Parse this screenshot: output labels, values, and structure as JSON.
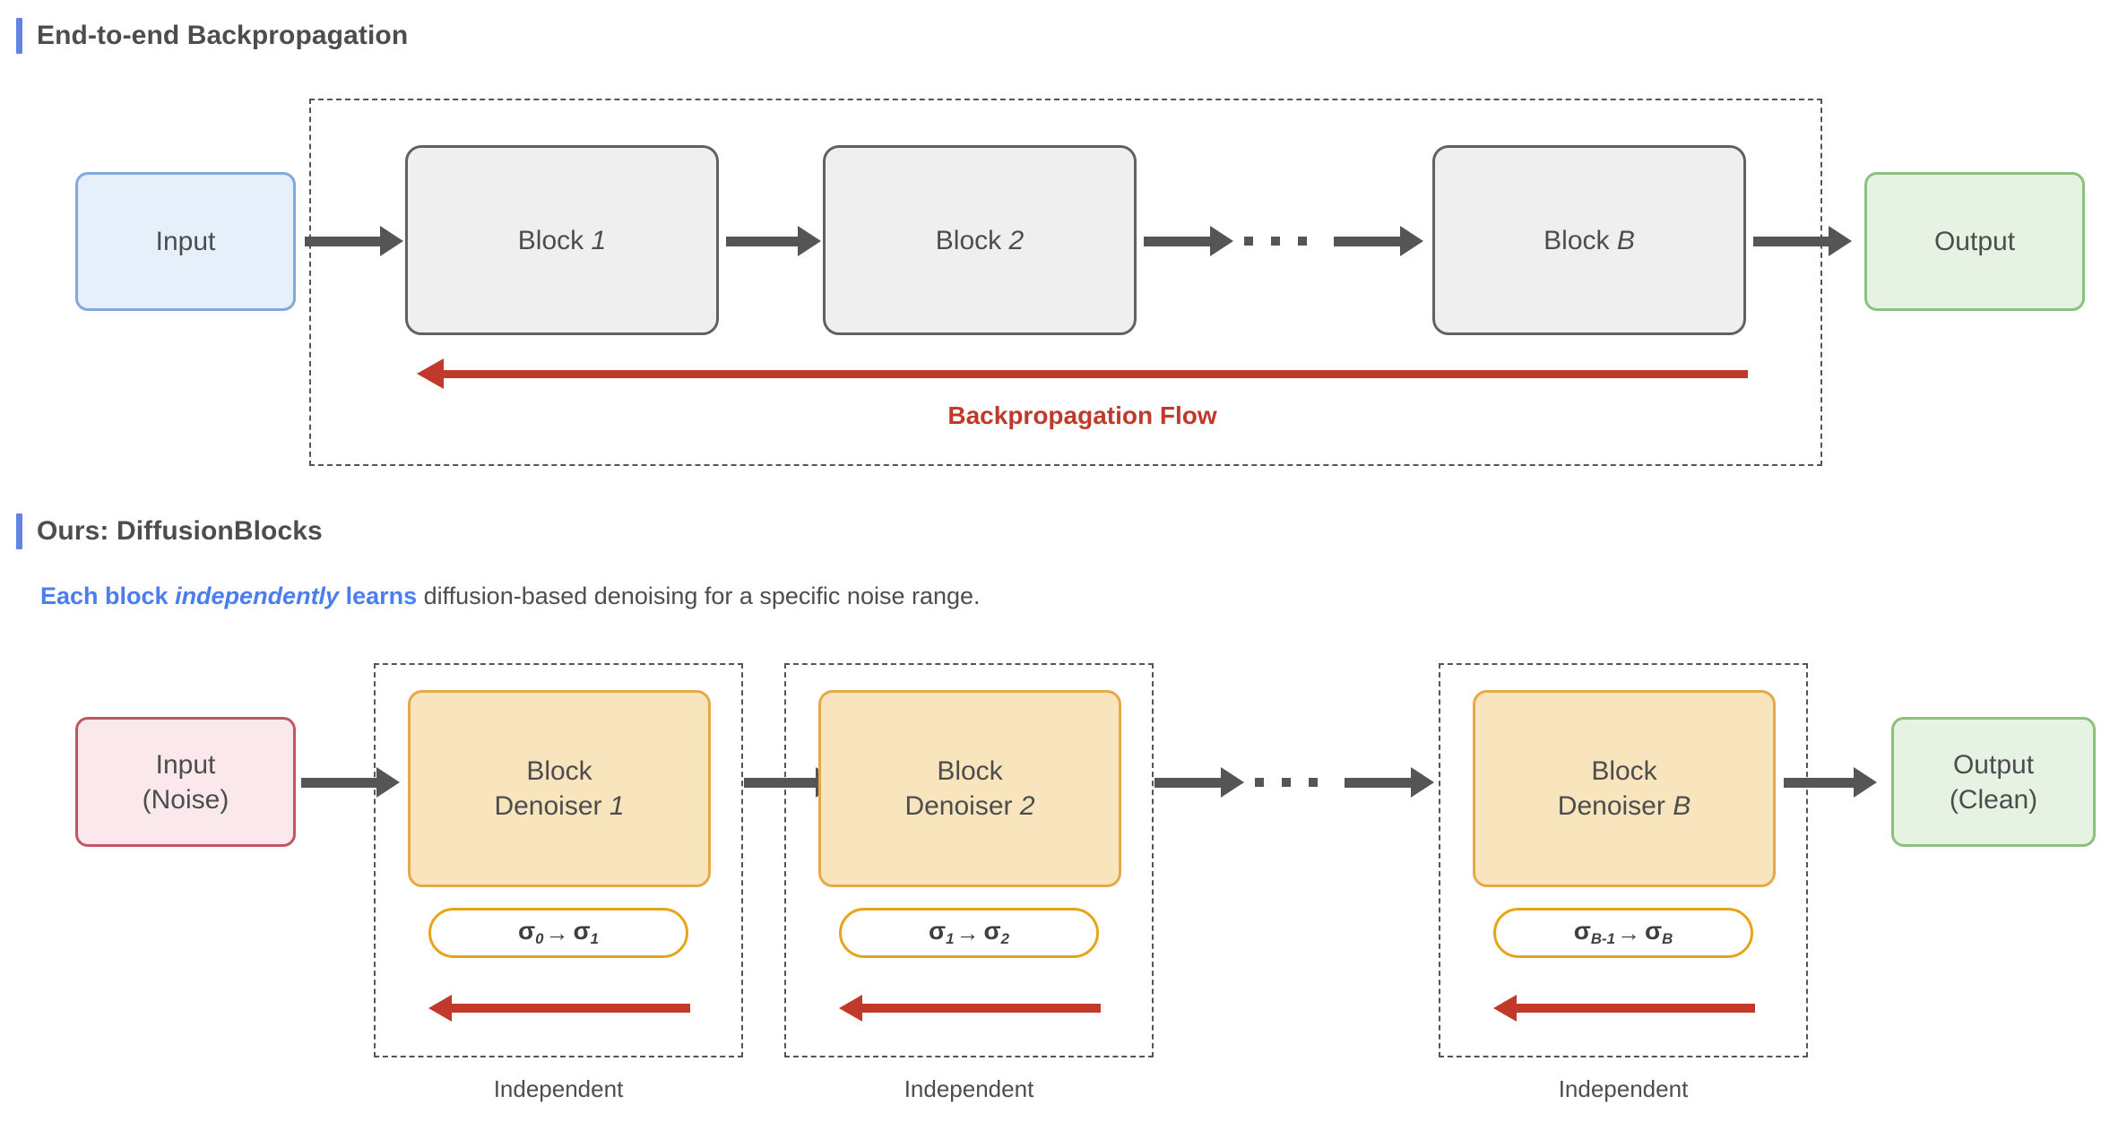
{
  "colors": {
    "accent_bar": "#6183E4",
    "heading_text": "#4d4d4d",
    "highlight_blue": "#4a7df0",
    "backprop_red": "#C0392B",
    "arrow_gray": "#555555",
    "block_fill": "#EFEFEF",
    "block_border": "#616161",
    "denoiser_fill": "#F8E4BD",
    "denoiser_border": "#E5A84B",
    "sigma_border": "#E8A317",
    "input_blue_fill": "#E6F0FB",
    "input_blue_border": "#81A9DC",
    "input_red_fill": "#FBE8EC",
    "input_red_border": "#C25560",
    "output_green_fill": "#E6F2E2",
    "output_green_border": "#8CC07F"
  },
  "section_top": {
    "title": "End-to-end Backpropagation",
    "input_label": "Input",
    "output_label": "Output",
    "blocks": [
      {
        "prefix": "Block ",
        "index": "1"
      },
      {
        "prefix": "Block ",
        "index": "2"
      },
      {
        "prefix": "Block ",
        "index": "B"
      }
    ],
    "ellipsis_dot_count": 3,
    "backprop_label": "Backpropagation Flow"
  },
  "section_bottom": {
    "title": "Ours: DiffusionBlocks",
    "subtitle": {
      "bold_1": "Each block ",
      "bold_italic": "independently",
      "bold_2": " learns",
      "plain": " diffusion-based denoising for a specific noise range."
    },
    "input_line1": "Input",
    "input_line2": "(Noise)",
    "output_line1": "Output",
    "output_line2": "(Clean)",
    "denoisers": [
      {
        "line1": "Block",
        "line2_prefix": "Denoiser ",
        "line2_index": "1",
        "sigma_from_sub": "0",
        "sigma_to_sub": "1",
        "sigma_symbol": "σ",
        "sigma_arrow": "→",
        "independent_label": "Independent"
      },
      {
        "line1": "Block",
        "line2_prefix": "Denoiser ",
        "line2_index": "2",
        "sigma_from_sub": "1",
        "sigma_to_sub": "2",
        "sigma_symbol": "σ",
        "sigma_arrow": "→",
        "independent_label": "Independent"
      },
      {
        "line1": "Block",
        "line2_prefix": "Denoiser ",
        "line2_index": "B",
        "sigma_from_sub": "B-1",
        "sigma_to_sub": "B",
        "sigma_symbol": "σ",
        "sigma_arrow": "→",
        "independent_label": "Independent"
      }
    ],
    "ellipsis_dot_count": 3
  }
}
